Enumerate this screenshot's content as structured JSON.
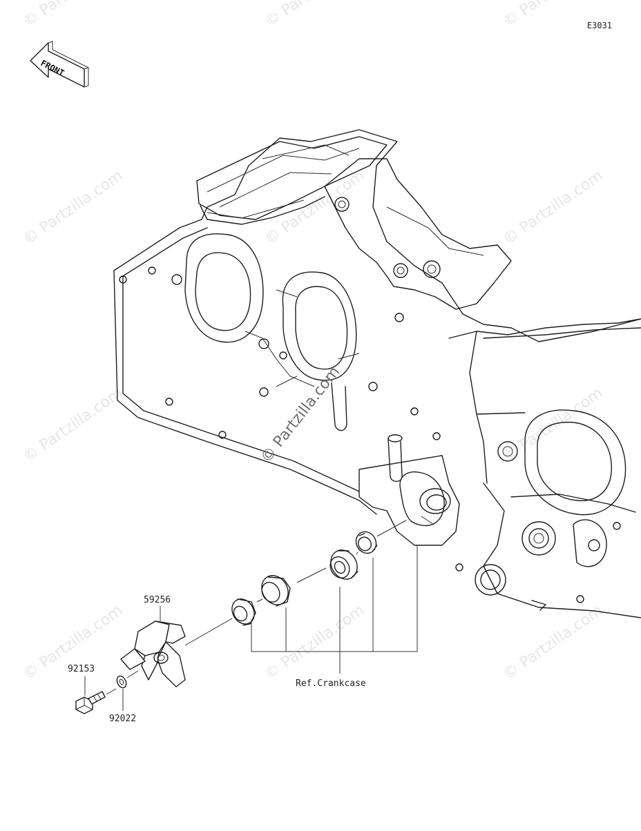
{
  "diagram_code": "E3031",
  "front_arrow_text": "FRONT",
  "watermark_text": "© Partzilla.com",
  "parts": [
    {
      "number": "59256"
    },
    {
      "number": "92153"
    },
    {
      "number": "92022"
    }
  ],
  "reference_label": "Ref.Crankcase"
}
